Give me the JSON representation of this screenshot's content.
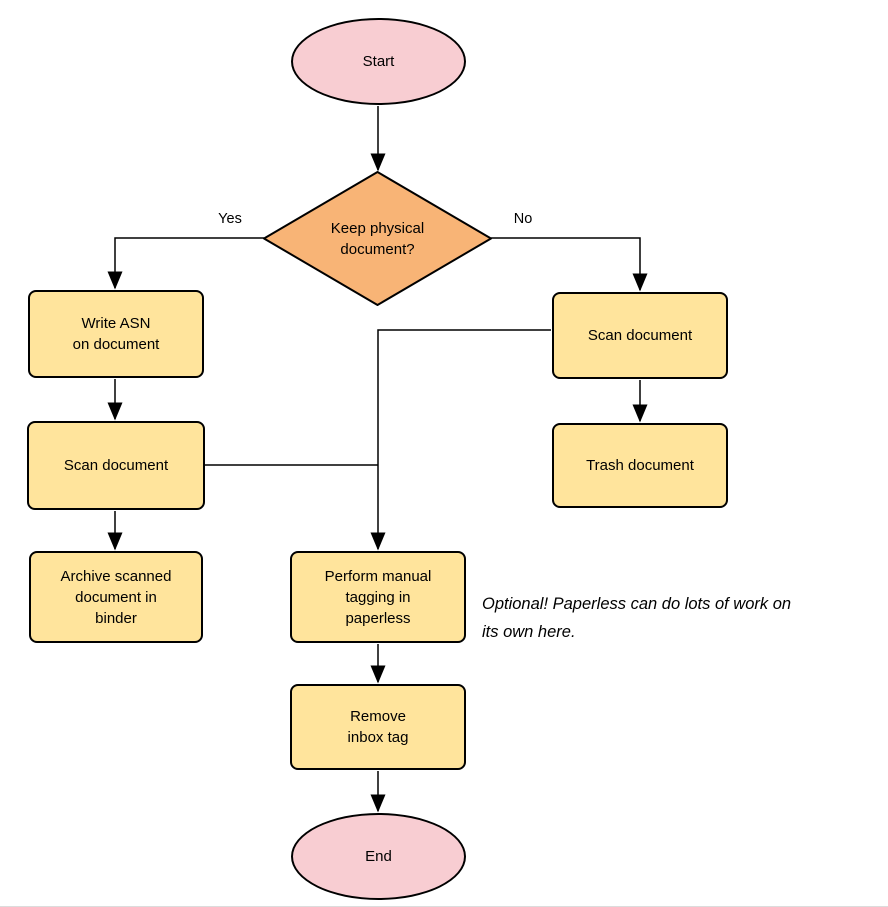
{
  "colors": {
    "terminal_fill": "#f8cdd2",
    "decision_fill": "#f8b476",
    "process_fill": "#ffe49c",
    "stroke": "#000000"
  },
  "nodes": {
    "start": {
      "label": "Start"
    },
    "decision": {
      "label": "Keep physical\ndocument?"
    },
    "write_asn": {
      "label": "Write ASN\non document"
    },
    "scan_document_left": {
      "label": "Scan document"
    },
    "archive": {
      "label": "Archive scanned\ndocument in\nbinder"
    },
    "scan_document_right": {
      "label": "Scan document"
    },
    "trash": {
      "label": "Trash document"
    },
    "manual_tagging": {
      "label": "Perform manual\ntagging in\npaperless"
    },
    "remove_inbox_tag": {
      "label": "Remove\ninbox tag"
    },
    "end": {
      "label": "End"
    }
  },
  "edge_labels": {
    "yes": "Yes",
    "no": "No"
  },
  "annotation": {
    "text": "Optional! Paperless can do lots of work on\nits own here."
  }
}
